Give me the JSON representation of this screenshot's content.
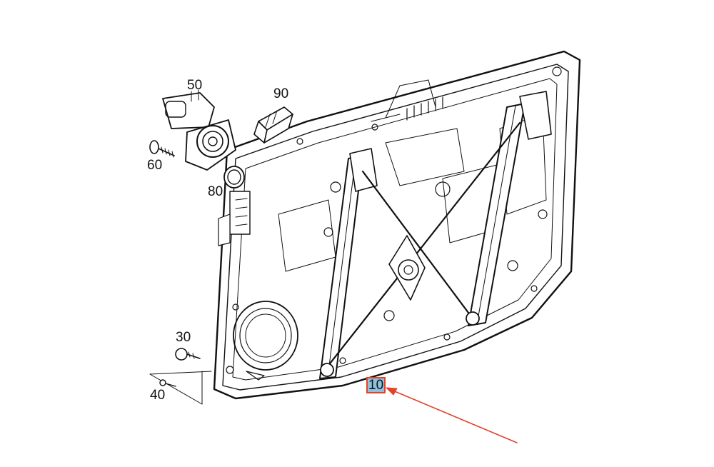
{
  "callouts": {
    "p10": "10",
    "p30": "30",
    "p40": "40",
    "p50": "50",
    "p60": "60",
    "p80": "80",
    "p90": "90"
  },
  "highlight": {
    "target": "10",
    "box_color": "#8fc1dd",
    "arrow_color": "#e2432a"
  },
  "icons": [
    "door-panel",
    "window-regulator",
    "window-motor",
    "bolt",
    "screw",
    "seal-ring",
    "bracket-clip"
  ]
}
